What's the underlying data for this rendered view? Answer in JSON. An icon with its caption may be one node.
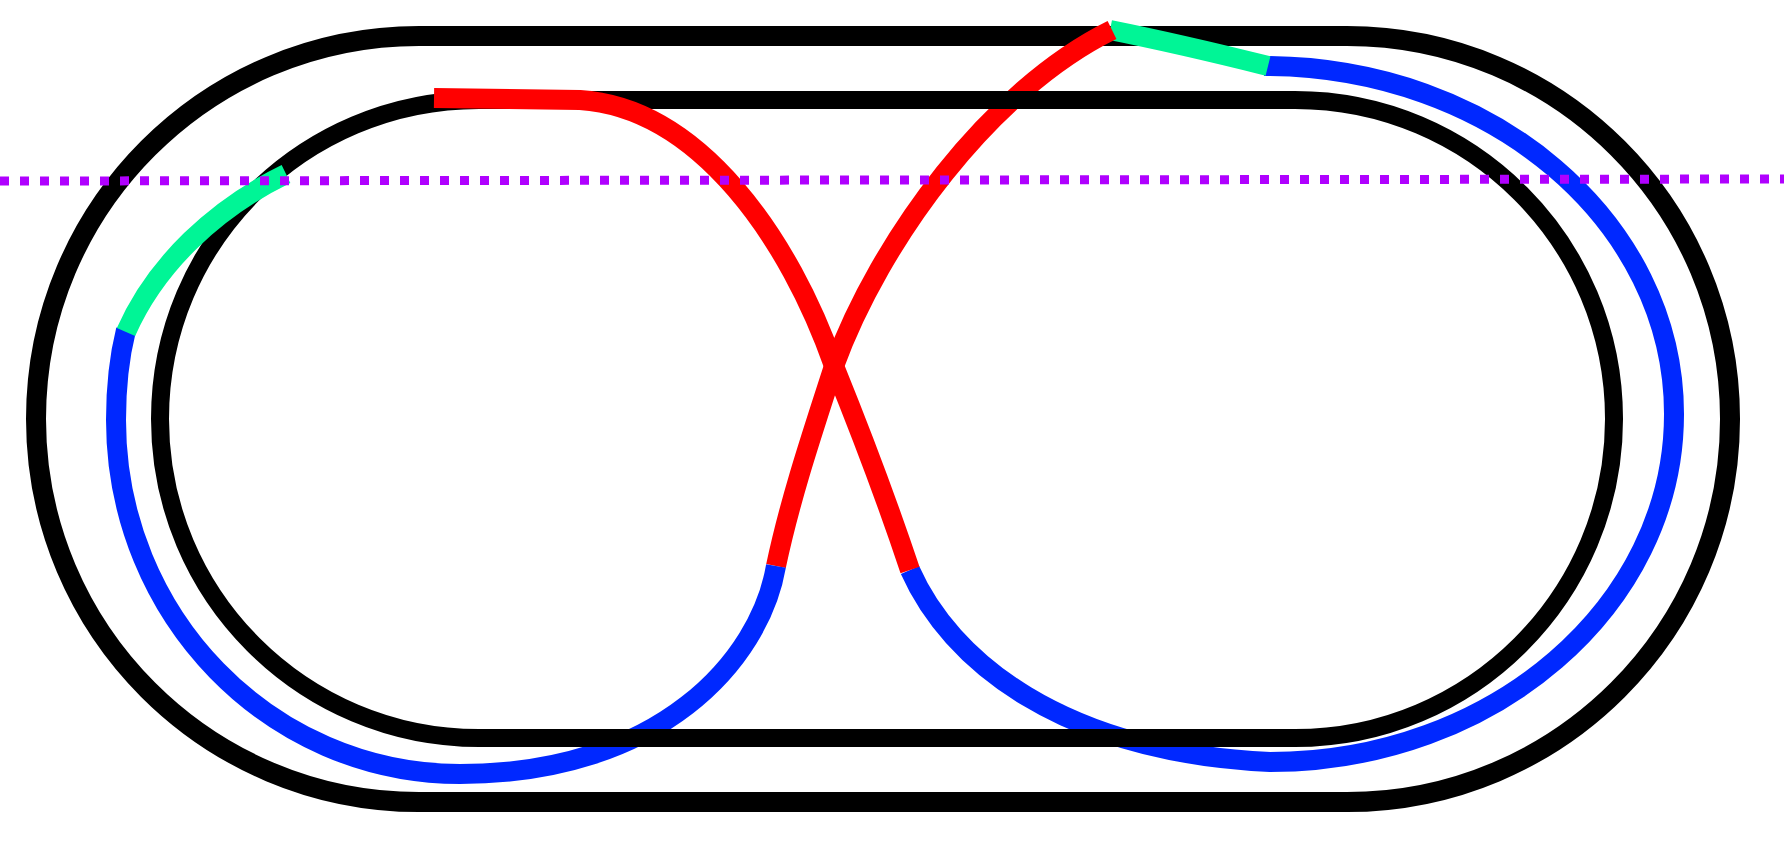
{
  "diagram": {
    "nodes": [
      {
        "text": [],
        "shape": "oval"
      },
      {
        "text": [],
        "shape": "oval",
        "in": 0
      }
    ]
  }
}
